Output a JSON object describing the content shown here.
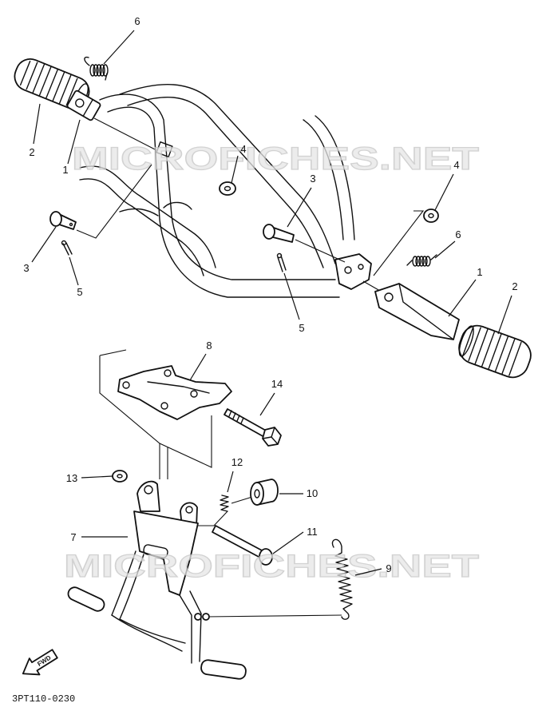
{
  "diagram_code": "3PT110-0230",
  "fwd_label": "FWD",
  "watermark": "MICROFICHES.NET",
  "callouts": [
    "6",
    "2",
    "1",
    "4",
    "3",
    "4",
    "3",
    "5",
    "6",
    "1",
    "2",
    "5",
    "8",
    "14",
    "12",
    "13",
    "10",
    "7",
    "11",
    "9"
  ],
  "colors": {
    "line": "#111111",
    "background": "#ffffff",
    "watermark_fill": "#e6e6e6",
    "watermark_stroke": "#c4c4c4"
  }
}
